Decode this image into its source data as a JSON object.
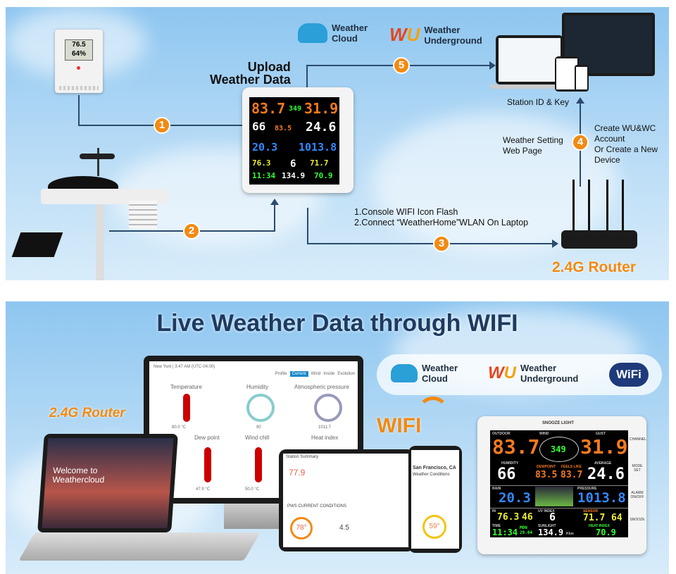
{
  "top": {
    "upload_title": [
      "Upload",
      "Weather Data"
    ],
    "weather_cloud": [
      "Weather",
      "Cloud"
    ],
    "weather_underground": [
      "Weather",
      "Underground"
    ],
    "station_id": "Station ID & Key",
    "web_page": [
      "Weather Setting",
      "Web Page"
    ],
    "create_account": [
      "Create WU&WC",
      "Account",
      "Or Create a New",
      "Device"
    ],
    "instructions": [
      "1.Console WIFI Icon Flash",
      "2.Connect “WeatherHome”WLAN On Laptop"
    ],
    "router_label": "2.4G Router",
    "steps": [
      "1",
      "2",
      "3",
      "4",
      "5"
    ],
    "sensor_display": [
      "76.5",
      "64%"
    ]
  },
  "bottom": {
    "title": "Live Weather Data through WIFI",
    "router_label": "2.4G Router",
    "wifi_label": "WIFI",
    "weather_cloud": [
      "Weather",
      "Cloud"
    ],
    "weather_underground": [
      "Weather",
      "Underground"
    ],
    "wifi_badge": "WiFi",
    "laptop_text": "Welcome to Weathercloud",
    "dashboard": {
      "header": "New York | 3:47 AM (UTC-04:00)",
      "tabs": [
        "Profile",
        "Current",
        "Wind",
        "Inside",
        "Evolution"
      ],
      "panels": [
        "Temperature",
        "Humidity",
        "Atmospheric pressure",
        "Dew point",
        "Wind chill",
        "Heat index"
      ],
      "values": [
        "80.0 °C",
        "90",
        "1011.7",
        "47.9 °C",
        "50.0 °C"
      ]
    },
    "tablet": {
      "title": "Station Summary",
      "temp": "77.9",
      "current": "PWS CURRENT CONDITIONS",
      "gauge": "78°",
      "wind": "4.5"
    },
    "phone": {
      "location": "San Francisco, CA",
      "sub": "Weather Conditions",
      "temp": "59°"
    }
  },
  "console": {
    "brand": "SNOOZE LIGHT",
    "labels": {
      "outdoor": "OUTDOOR",
      "wind": "WIND",
      "gust": "GUST",
      "humidity": "HUMIDITY",
      "dewpoint": "DEWPOINT",
      "feels": "FEELS LIKE",
      "average": "AVERAGE",
      "rain": "RAIN",
      "pressure": "PRESSURE",
      "in": "IN",
      "uv": "UV INDEX",
      "sensor": "SENSOR",
      "time": "TIME",
      "sunlight": "SUNLIGHT",
      "heat": "HEAT INDEX"
    },
    "values": {
      "temp": "83.7",
      "dir": "349",
      "gust": "31.9",
      "hum": "66",
      "dew": "83.5",
      "feels": "83.7",
      "avg": "24.6",
      "rain": "20.3",
      "press": "1013.8",
      "in_t": "76.3",
      "in_h": "46",
      "uv": "6",
      "ch_t": "71.7",
      "ch_h": "64",
      "clock": "11:34",
      "date": "29.04",
      "day": "MON",
      "sun": "134.9",
      "sun_unit": "Klux",
      "heat": "70.9"
    },
    "buttons": [
      "CHANNEL",
      "MODE SET",
      "ALARM ON/OFF",
      "SNOOZE"
    ]
  },
  "colors": {
    "accent": "#f28a12",
    "line": "#2b4b6e",
    "navy": "#1e3a5f"
  }
}
